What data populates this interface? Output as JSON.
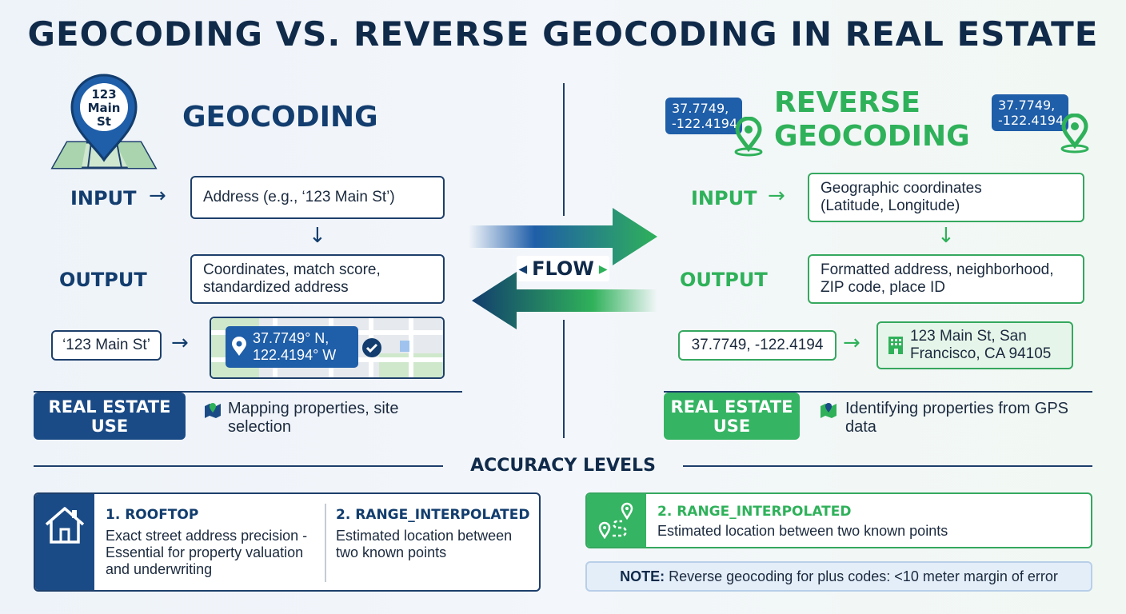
{
  "title": "GEOCODING VS. REVERSE GEOCODING IN REAL ESTATE",
  "colors": {
    "navy": "#123d6e",
    "green": "#2fb15a",
    "blue": "#1f5ea8"
  },
  "geocoding": {
    "pin_text": "123 Main St",
    "heading": "GEOCODING",
    "input_label": "INPUT",
    "input_value": "Address (e.g., ‘123 Main St’)",
    "output_label": "OUTPUT",
    "output_value": "Coordinates, match score, standardized address",
    "example_in": "‘123 Main St’",
    "example_out": "37.7749° N, 122.4194° W",
    "use_badge": "REAL ESTATE USE",
    "use_text": "Mapping properties, site selection"
  },
  "flow_label": "FLOW",
  "reverse": {
    "bubble_text": "37.7749, -122.4194",
    "heading_line1": "REVERSE",
    "heading_line2": "GEOCODING",
    "input_label": "INPUT",
    "input_value": "Geographic coordinates (Latitude, Longitude)",
    "output_label": "OUTPUT",
    "output_value": "Formatted address, neighborhood, ZIP code, place ID",
    "example_in": "37.7749, -122.4194",
    "example_out": "123 Main St, San Francisco, CA 94105",
    "use_badge": "REAL ESTATE USE",
    "use_text": "Identifying properties from GPS data"
  },
  "accuracy": {
    "heading": "ACCURACY LEVELS",
    "rooftop_title": "1. ROOFTOP",
    "rooftop_text": "Exact street address precision - Essential for property valuation and underwriting",
    "range_title": "2. RANGE_INTERPOLATED",
    "range_text": "Estimated location between two known points",
    "range2_title": "2. RANGE_INTERPOLATED",
    "range2_text": "Estimated location between two known points",
    "note_label": "NOTE:",
    "note_text": " Reverse geocoding for plus codes: <10 meter margin of error"
  },
  "icons": [
    "map-pin-icon",
    "folded-map-icon",
    "check-icon",
    "map-layers-icon",
    "building-icon",
    "house-icon",
    "route-icon",
    "arrow-right-icon",
    "arrow-down-icon"
  ]
}
